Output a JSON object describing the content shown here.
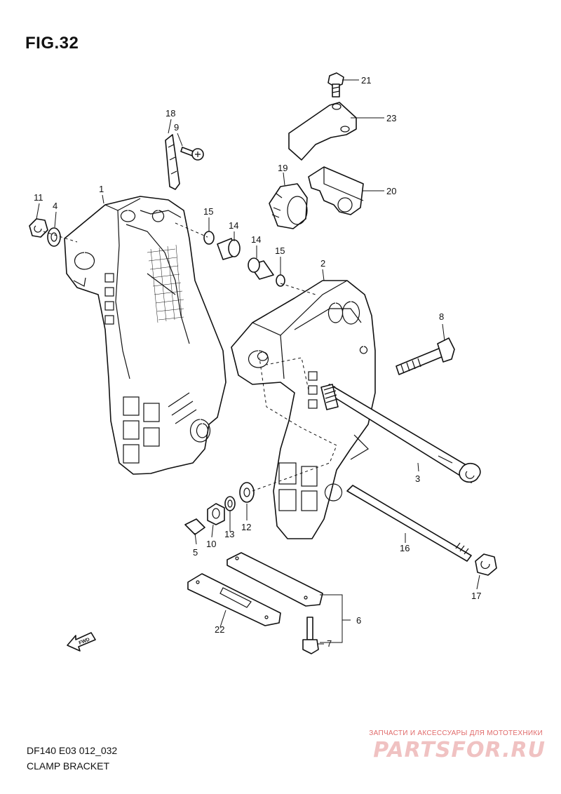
{
  "figure": {
    "title": "FIG.32"
  },
  "footer": {
    "model_code": "DF140 E03 012_032",
    "section_name": "CLAMP BRACKET"
  },
  "fwd_arrow": {
    "label": "FWD"
  },
  "callouts": {
    "c1": "1",
    "c2": "2",
    "c3": "3",
    "c4": "4",
    "c5": "5",
    "c6": "6",
    "c7": "7",
    "c8": "8",
    "c9": "9",
    "c10": "10",
    "c11": "11",
    "c12": "12",
    "c13": "13",
    "c14a": "14",
    "c14b": "14",
    "c15a": "15",
    "c15b": "15",
    "c16": "16",
    "c17": "17",
    "c18": "18",
    "c19": "19",
    "c20": "20",
    "c21": "21",
    "c22": "22",
    "c23": "23"
  },
  "watermark": {
    "tagline": "ЗАПЧАСТИ И АКСЕССУАРЫ ДЛЯ МОТОТЕХНИКИ",
    "logo": "PARTSFOR.RU",
    "color": "#e06a6a"
  }
}
